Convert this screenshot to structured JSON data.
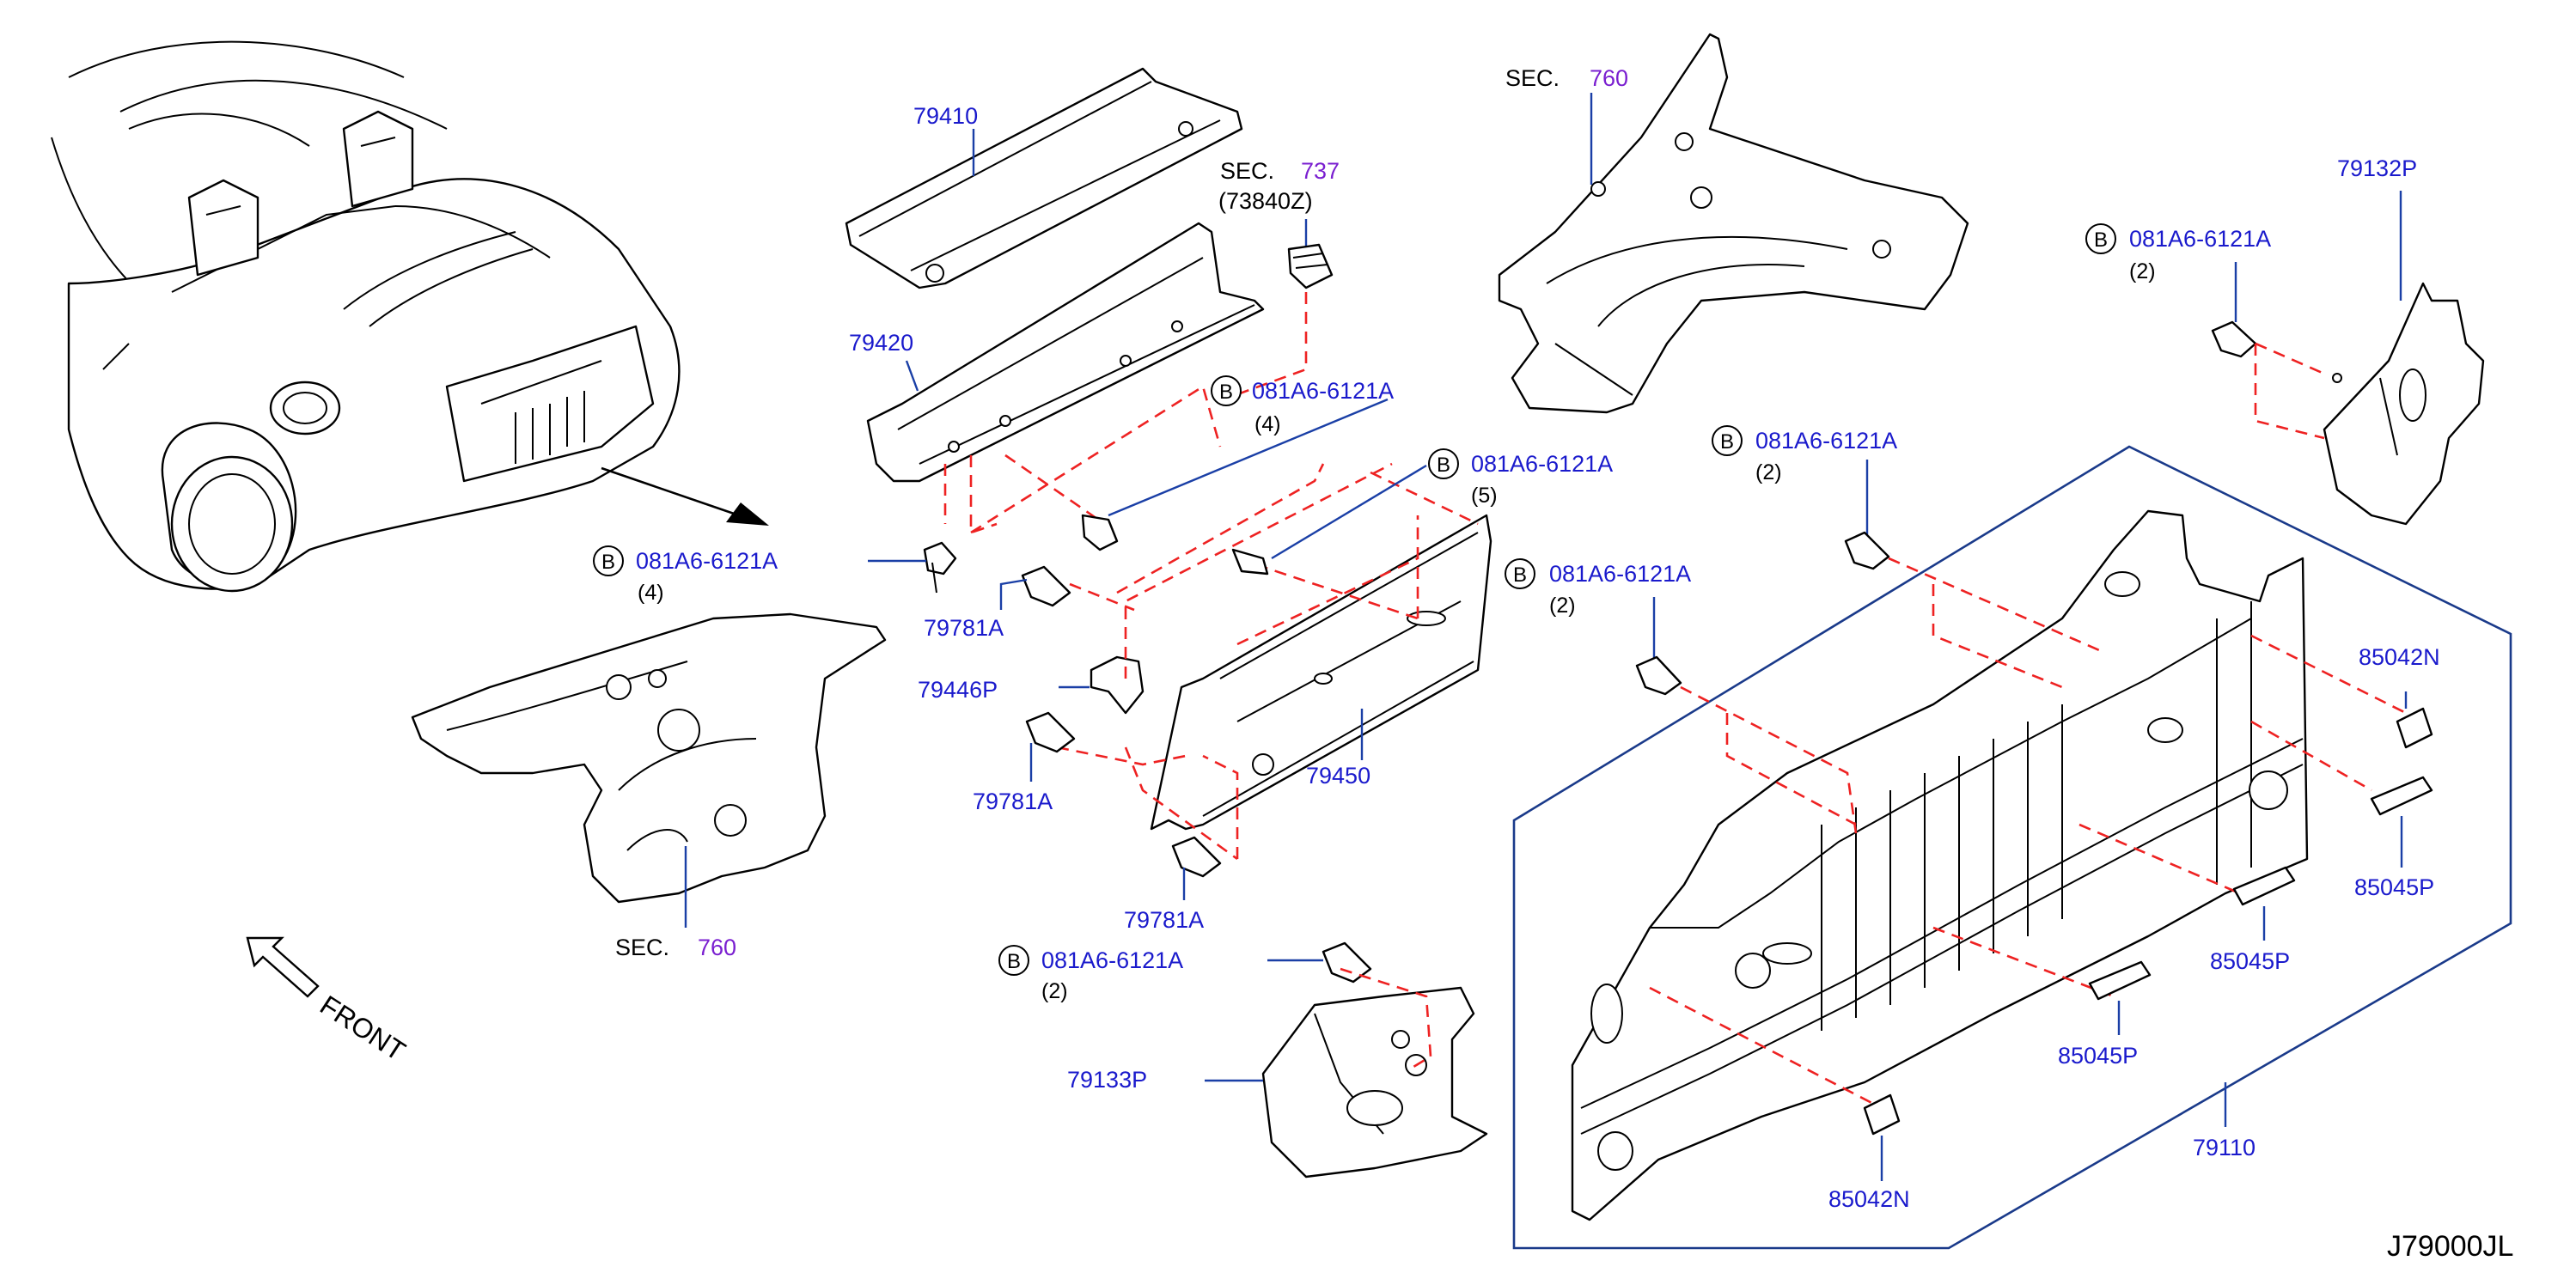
{
  "diagram": {
    "code": "J79000JL",
    "front_label": "FRONT",
    "sections": [
      {
        "prefix": "SEC.",
        "number": "760"
      },
      {
        "prefix": "SEC.",
        "number": "737",
        "sub": "(73840Z)"
      },
      {
        "prefix": "SEC.",
        "number": "760"
      }
    ],
    "bolt_callouts": [
      {
        "symbol": "B",
        "part": "081A6-6121A",
        "qty": "(4)"
      },
      {
        "symbol": "B",
        "part": "081A6-6121A",
        "qty": "(4)"
      },
      {
        "symbol": "B",
        "part": "081A6-6121A",
        "qty": "(5)"
      },
      {
        "symbol": "B",
        "part": "081A6-6121A",
        "qty": "(2)"
      },
      {
        "symbol": "B",
        "part": "081A6-6121A",
        "qty": "(2)"
      },
      {
        "symbol": "B",
        "part": "081A6-6121A",
        "qty": "(2)"
      },
      {
        "symbol": "B",
        "part": "081A6-6121A",
        "qty": "(2)"
      }
    ],
    "part_labels": {
      "p79410": "79410",
      "p79420": "79420",
      "p79781A_1": "79781A",
      "p79446P": "79446P",
      "p79781A_2": "79781A",
      "p79450": "79450",
      "p79781A_3": "79781A",
      "p79133P": "79133P",
      "p79132P": "79132P",
      "p85042N_1": "85042N",
      "p85045P_1": "85045P",
      "p85045P_2": "85045P",
      "p85045P_3": "85045P",
      "p85042N_2": "85042N",
      "p79110": "79110"
    }
  }
}
